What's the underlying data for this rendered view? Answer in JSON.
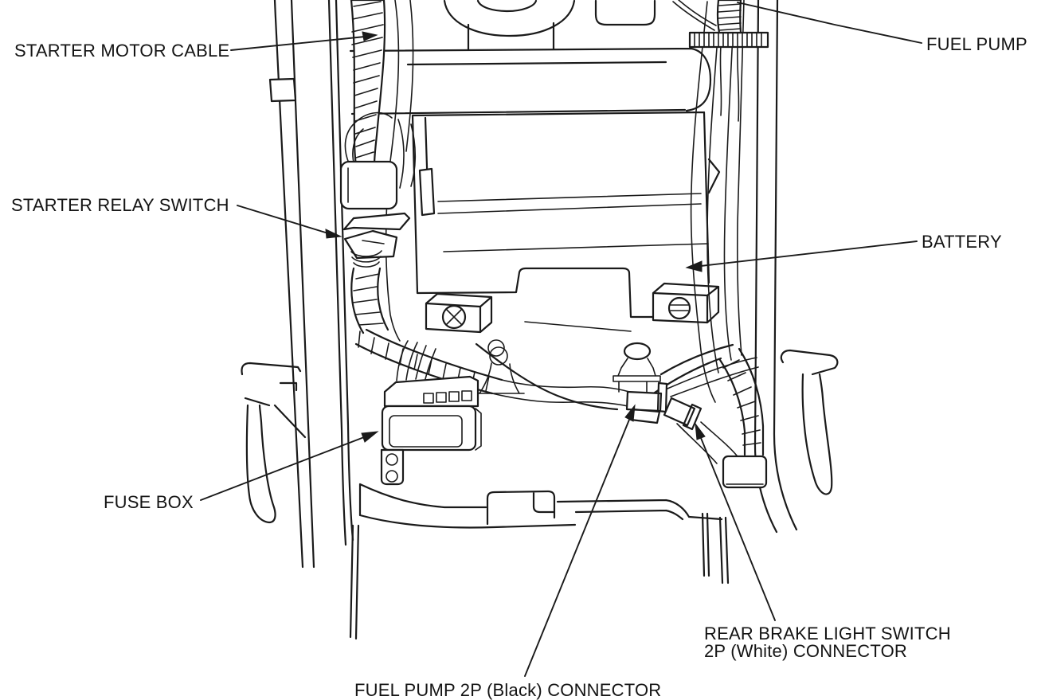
{
  "figure": {
    "type": "service-manual-line-diagram",
    "subject": "motorcycle battery / fuse box area (rear frame, viewed from rear)",
    "background_color": "#ffffff",
    "line_color": "#1a1a1a",
    "labels": {
      "starter_motor_cable": "STARTER MOTOR CABLE",
      "fuel_pump": "FUEL PUMP",
      "starter_relay_switch": "STARTER RELAY SWITCH",
      "battery": "BATTERY",
      "fuse_box": "FUSE BOX",
      "rear_brake_light_switch_line1": "REAR BRAKE LIGHT SWITCH",
      "rear_brake_light_switch_line2": "2P (White) CONNECTOR",
      "fuel_pump_connector": "FUEL PUMP 2P (Black) CONNECTOR"
    }
  }
}
